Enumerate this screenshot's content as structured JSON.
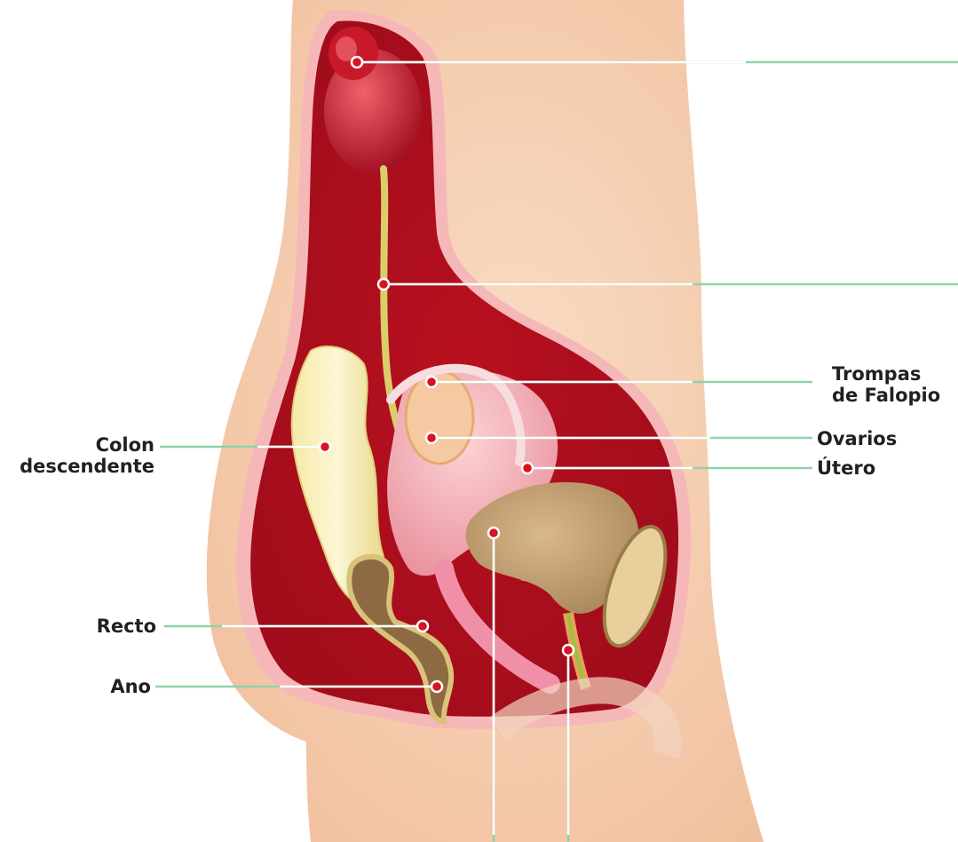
{
  "labels": {
    "trompas": [
      "Trompas",
      "de Falopio"
    ],
    "ovarios": "Ovarios",
    "utero": "Útero",
    "colon": [
      "Colon",
      "descendente"
    ],
    "recto": "Recto",
    "ano": "Ano"
  },
  "colors": {
    "skin": "#f7d3b6",
    "cavity": "#c21a2c",
    "leader_line": "#8fd3a8",
    "dot": "#d7141f"
  }
}
